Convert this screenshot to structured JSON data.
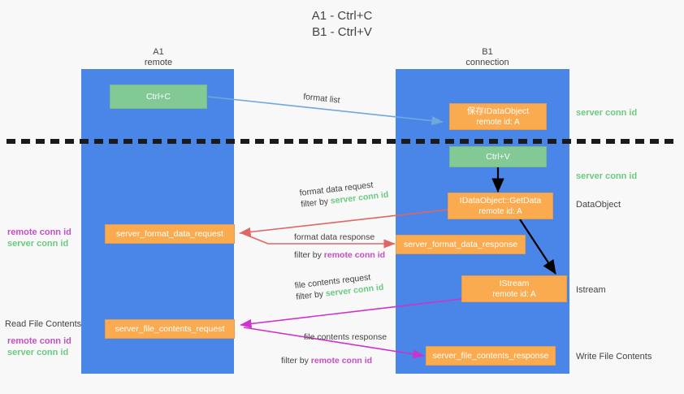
{
  "title": "A1 - Ctrl+C\nB1 - Ctrl+V",
  "colors": {
    "lane": "#4a86e8",
    "green_box": "#82c995",
    "orange_box": "#fbab4f",
    "server_conn_id": "#6aca82",
    "remote_conn_id": "#c44fc4",
    "divider": "#1a1a1a",
    "arrow_blue": "#6fa8dc",
    "arrow_red": "#e06666",
    "arrow_magenta": "#cc33cc",
    "arrow_black": "#000000",
    "background": "#f8f8f8"
  },
  "lanes": [
    {
      "id": "a1",
      "title": "A1",
      "subtitle": "remote"
    },
    {
      "id": "b1",
      "title": "B1",
      "subtitle": "connection"
    }
  ],
  "boxes": [
    {
      "id": "ctrl-c",
      "line1": "Ctrl+C",
      "line2": "",
      "style": "green"
    },
    {
      "id": "save-idataobject",
      "line1": "保存IDataObject",
      "line2": "remote id: A",
      "style": "orange"
    },
    {
      "id": "ctrl-v",
      "line1": "Ctrl+V",
      "line2": "",
      "style": "green"
    },
    {
      "id": "idataobject-getdata",
      "line1": "IDataObject::GetData",
      "line2": "remote id: A",
      "style": "orange"
    },
    {
      "id": "server-format-data-request",
      "line1": "server_format_data_request",
      "line2": "",
      "style": "orange"
    },
    {
      "id": "server-format-data-response",
      "line1": "server_format_data_response",
      "line2": "",
      "style": "orange"
    },
    {
      "id": "istream",
      "line1": "IStream",
      "line2": "remote id: A",
      "style": "orange"
    },
    {
      "id": "server-file-contents-request",
      "line1": "server_file_contents_request",
      "line2": "",
      "style": "orange"
    },
    {
      "id": "server-file-contents-response",
      "line1": "server_file_contents_response",
      "line2": "",
      "style": "orange"
    }
  ],
  "edge_labels": [
    {
      "id": "format-list",
      "text": "format list",
      "filter_prefix": "",
      "filter_token": ""
    },
    {
      "id": "format-data-request",
      "text": "format data request",
      "filter_prefix": "filter by ",
      "filter_token": "server conn id",
      "token_color": "server"
    },
    {
      "id": "format-data-response",
      "text": "format data response",
      "filter_prefix": "filter by ",
      "filter_token": "remote conn id",
      "token_color": "remote"
    },
    {
      "id": "file-contents-request",
      "text": "file contents request",
      "filter_prefix": "filter by ",
      "filter_token": "server conn id",
      "token_color": "server"
    },
    {
      "id": "file-contents-response",
      "text": "file contents response",
      "filter_prefix": "filter by ",
      "filter_token": "remote conn id",
      "token_color": "remote"
    }
  ],
  "right_notes": [
    {
      "id": "right-server-conn-id-1",
      "text": "server conn id",
      "kind": "server"
    },
    {
      "id": "right-server-conn-id-2",
      "text": "server conn id",
      "kind": "server"
    },
    {
      "id": "right-dataobject",
      "text": "DataObject",
      "kind": "plain"
    },
    {
      "id": "right-istream",
      "text": "Istream",
      "kind": "plain"
    },
    {
      "id": "right-write-file",
      "text": "Write File Contents",
      "kind": "plain"
    }
  ],
  "left_notes": [
    {
      "id": "left-remote-conn-id-1",
      "text": "remote conn id",
      "kind": "remote"
    },
    {
      "id": "left-server-conn-id-1",
      "text": "server conn id",
      "kind": "server"
    },
    {
      "id": "left-read-file",
      "text": "Read File Contents",
      "kind": "plain"
    },
    {
      "id": "left-remote-conn-id-2",
      "text": "remote conn id",
      "kind": "remote"
    },
    {
      "id": "left-server-conn-id-2",
      "text": "server conn id",
      "kind": "server"
    }
  ]
}
